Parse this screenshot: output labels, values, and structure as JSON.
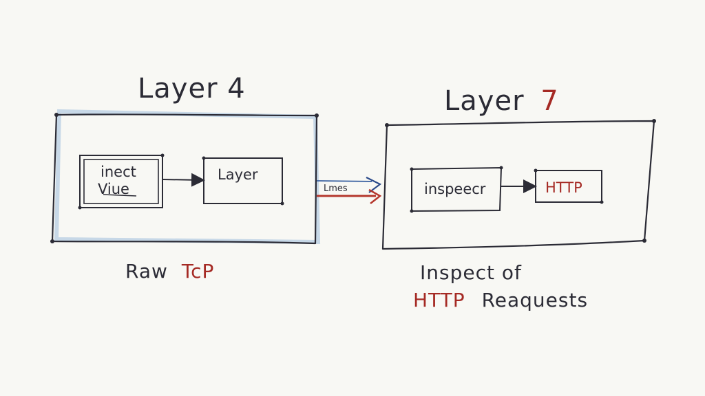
{
  "layer4": {
    "title": "Layer 4",
    "box_left_line1": "inect",
    "box_left_line2": "Viue",
    "box_right": "Layer",
    "caption_prefix": "Raw",
    "caption_highlight": "TcP"
  },
  "connector": {
    "label": "Lmes"
  },
  "layer7": {
    "title_prefix": "Layer",
    "title_number": "7",
    "box_left": "inspeecr",
    "box_right": "HTTP",
    "caption_line1": "Inspect of",
    "caption_line2_highlight": "HTTP",
    "caption_line2_rest": "Reaquests"
  },
  "colors": {
    "ink": "#2b2b35",
    "red": "#a52a24",
    "blue_wash": "#9fbedc",
    "paper": "#f8f8f4"
  }
}
